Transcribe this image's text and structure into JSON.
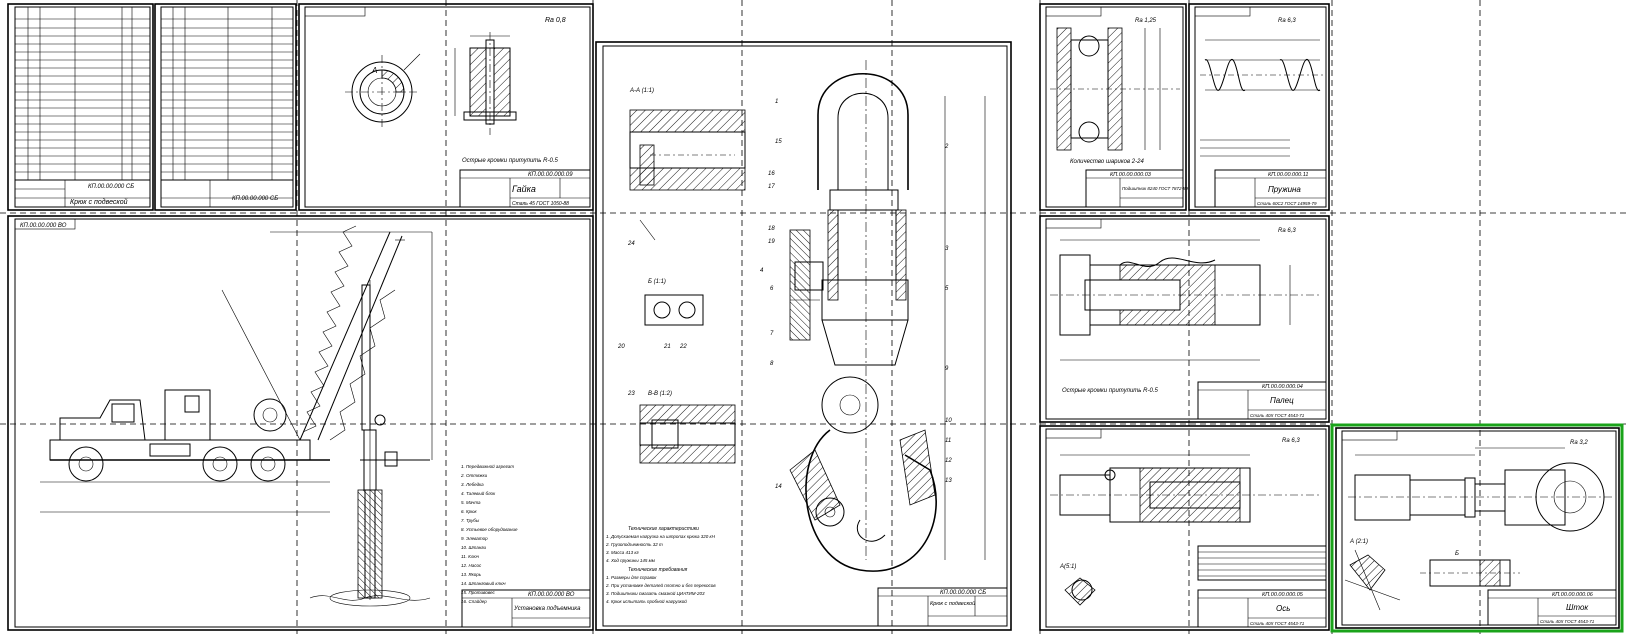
{
  "sheets": {
    "spec1": {
      "code": "КП.00.00.000 СБ",
      "title": "Крюк с подвеской"
    },
    "spec2": {
      "code": "КП.00.00.000 СБ"
    },
    "nut": {
      "code": "КП.00.00.000.09",
      "title": "Гайка",
      "section": "А",
      "note": "Острые кромки притупить R-0.5",
      "roughness": "Ra 0,8",
      "material": "Сталь 45 ГОСТ 1050-88"
    },
    "rig": {
      "code": "КП.00.00.000 ВО",
      "title": "Установка подъемника",
      "legend": [
        "1. Передвижной агрегат",
        "2. Оттяжки",
        "3. Лебедка",
        "4. Талевый блок",
        "5. Мачта",
        "6. Крюк",
        "7. Трубы",
        "8. Устьевое оборудование",
        "9. Элеватор",
        "10. Штанги",
        "11. Ключ",
        "12. Насос",
        "13. Якорь",
        "14. Штанговый ключ",
        "15. Противовес",
        "16. Спайдер"
      ]
    },
    "hook": {
      "code": "КП.00.00.000 СБ",
      "title": "Крюк с подвеской",
      "views": [
        "А-А (1:1)",
        "Б (1:1)",
        "В-В (1:2)"
      ],
      "tech_title": "Технические характеристики",
      "tech": [
        "1. Допускаемая нагрузка на штропах крюка 320 кН",
        "2. Грузоподъемность 32 т",
        "3. Масса 413 кг",
        "4. Ход пружины 145 мм"
      ],
      "req_title": "Технические требования",
      "req": [
        "1. Размеры для справок",
        "2. При установке деталей плотно и без перекосов",
        "3. Подшипники смазать смазкой ЦИАТИМ-203",
        "4. Крюк испытать пробной нагрузкой"
      ],
      "callouts": [
        "1",
        "2",
        "3",
        "4",
        "5",
        "6",
        "7",
        "8",
        "9",
        "10",
        "11",
        "12",
        "13",
        "14",
        "15",
        "16",
        "17",
        "18",
        "19",
        "20",
        "21",
        "22",
        "23",
        "24"
      ]
    },
    "bearing": {
      "code": "КП.00.00.000.03",
      "title": "Подшипник 8240 ГОСТ 7872-89",
      "roughness": "Ra 1,25",
      "note": "Количество шариков 2-24"
    },
    "spring": {
      "code": "КП.00.00.000.11",
      "title": "Пружина",
      "roughness": "Ra 6,3",
      "material": "Сталь 60С2 ГОСТ 14959-79"
    },
    "pin": {
      "code": "КП.00.00.000.04",
      "title": "Палец",
      "roughness": "Ra 6,3",
      "note": "Острые кромки притупить R-0.5",
      "material": "Сталь 40Х ГОСТ 4543-71"
    },
    "axle": {
      "code": "КП.00.00.000.05",
      "title": "Ось",
      "view": "А(5:1)",
      "roughness": "Ra 6,3",
      "material": "Сталь 40Х ГОСТ 4543-71"
    },
    "rod": {
      "code": "КП.00.00.000.06",
      "title": "Шток",
      "view_a": "А (2:1)",
      "view_b": "Б",
      "roughness": "Ra 3,2",
      "material": "Сталь 40Х ГОСТ 4543-71"
    }
  },
  "highlight": {
    "color": "#1aa31a",
    "target": "rod"
  }
}
